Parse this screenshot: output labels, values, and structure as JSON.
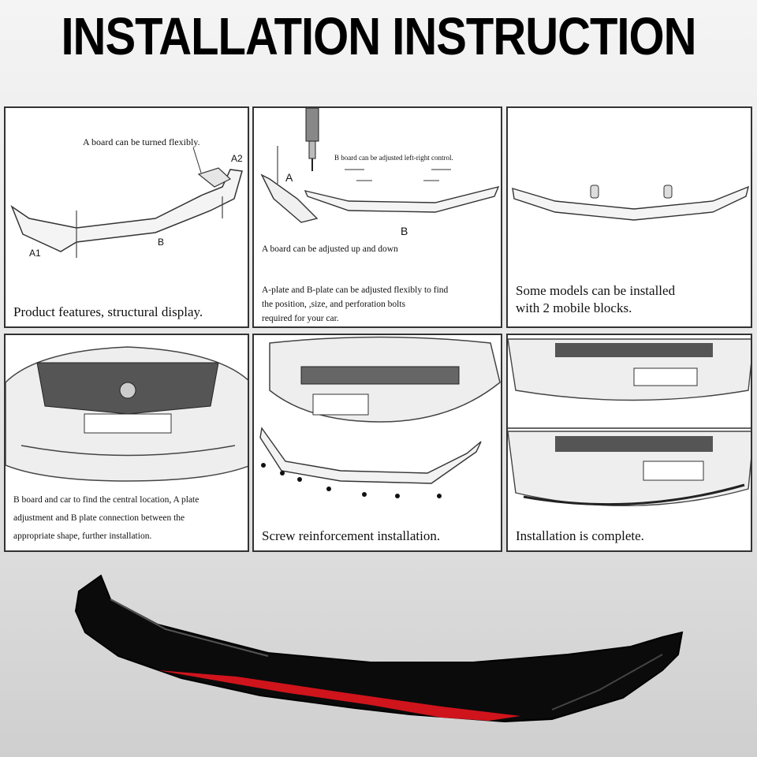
{
  "header": {
    "title": "INSTALLATION INSTRUCTION"
  },
  "panels": {
    "p1": {
      "note": "A board can be turned flexibly.",
      "label_a2": "A2",
      "label_a1": "A1",
      "label_b": "B",
      "caption": "Product features, structural display."
    },
    "p2": {
      "note": "B board can be adjusted left-right control.",
      "label_a": "A",
      "label_b": "B",
      "note2": "A board can be adjusted up and down",
      "caption_line1": "A-plate and B-plate can be adjusted flexibly to find",
      "caption_line2": "the position, ,size, and perforation bolts",
      "caption_line3": "required for your car."
    },
    "p3": {
      "caption_line1": "Some models can be installed",
      "caption_line2": "with 2 mobile blocks."
    },
    "p4": {
      "caption_line1": "B board and car to find the central location, A plate",
      "caption_line2": "adjustment and B plate connection between the",
      "caption_line3": "appropriate shape, further installation."
    },
    "p5": {
      "caption": "Screw reinforcement installation."
    },
    "p6": {
      "caption": "Installation is complete."
    }
  },
  "colors": {
    "lip_body": "#0b0b0b",
    "lip_accent": "#d0141c",
    "panel_border": "#333333"
  }
}
